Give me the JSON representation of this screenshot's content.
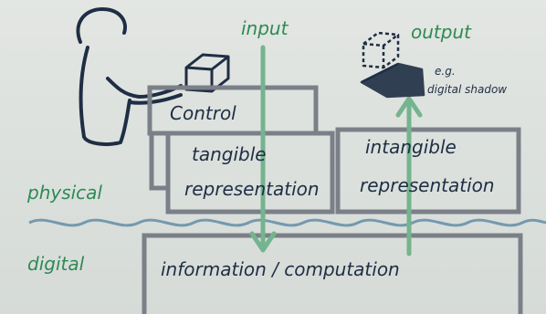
{
  "labels": {
    "input": "input",
    "output": "output",
    "control": "Control",
    "tangible_line1": "tangible",
    "tangible_line2": "representation",
    "intangible_line1": "intangible",
    "intangible_line2": "representation",
    "example_line1": "e.g.",
    "example_line2": "digital shadow",
    "physical": "physical",
    "digital": "digital",
    "information": "information / computation"
  },
  "colors": {
    "ink_dark": "#1f2e44",
    "ink_green": "#2f8a54",
    "box_gray": "#7b8088",
    "arrow_green": "#74b48e",
    "wave_blue": "#5b87a3"
  }
}
